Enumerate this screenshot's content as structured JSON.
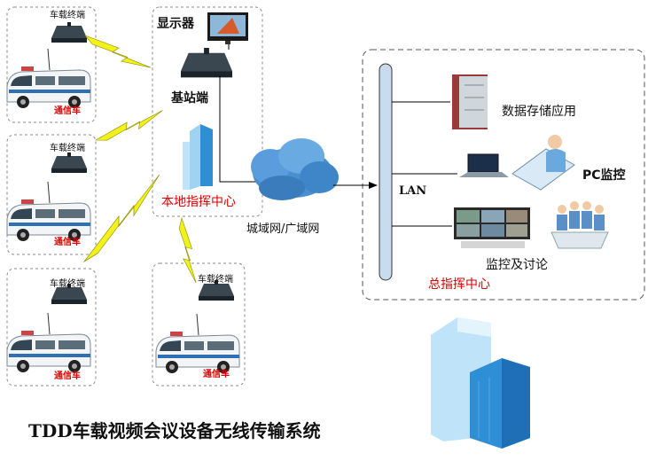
{
  "vehicle_terminal": "车载终端",
  "comm_vehicle": "通信车",
  "display": "显示器",
  "base_station": "基站端",
  "local_command": "本地指挥中心",
  "network": "城域网/广域网",
  "lan": "LAN",
  "data_storage": "数据存储应用",
  "pc_monitor": "PC监控",
  "monitor_discuss": "监控及讨论",
  "central_command": "总指挥中心",
  "title": "TDD车载视频会议设备无线传输系统",
  "colors": {
    "label_red": "#e00000",
    "lightning": "#f2f21a",
    "cloud": "#3f86c8",
    "building": "#2f8fd6"
  },
  "icons": [
    "terminal-box-icon",
    "van-icon",
    "monitor-icon",
    "building-icon",
    "cloud-icon",
    "server-icon",
    "laptop-icon",
    "pc-operator-icon",
    "video-wall-icon",
    "meeting-icon",
    "lightning-icon"
  ]
}
